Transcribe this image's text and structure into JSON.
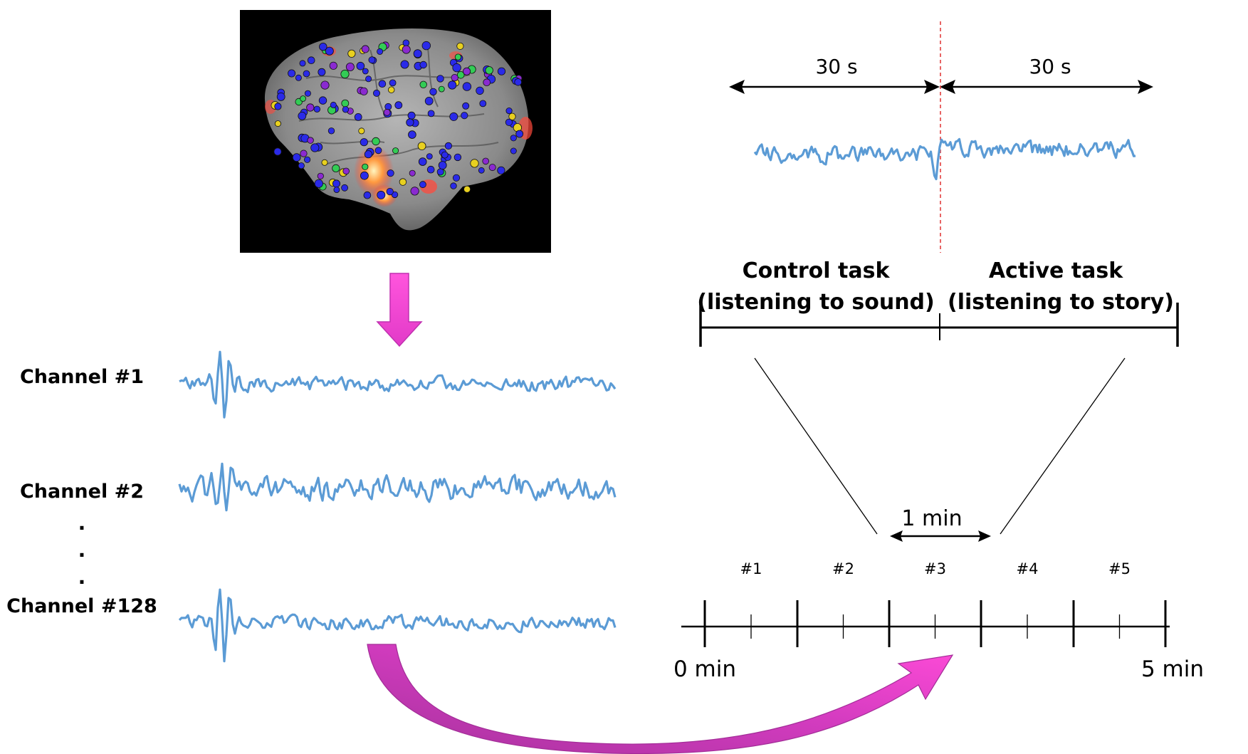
{
  "channels": [
    {
      "label": "Channel #1"
    },
    {
      "label": "Channel #2"
    },
    {
      "label": "Channel #128"
    }
  ],
  "ellipsis": ".",
  "segment": {
    "left_duration": "30 s",
    "right_duration": "30 s",
    "control_task_title": "Control task",
    "control_task_detail": "(listening to sound)",
    "active_task_title": "Active task",
    "active_task_detail": "(listening to story)"
  },
  "timeline": {
    "block_length": "1 min",
    "blocks": [
      "#1",
      "#2",
      "#3",
      "#4",
      "#5"
    ],
    "start_label": "0 min",
    "end_label": "5 min"
  },
  "colors": {
    "signal": "#5b9bd5",
    "arrow_magenta": "#ee44cc",
    "arrow_purple": "#b03aa8",
    "divider": "#e03030",
    "axis": "#000000"
  }
}
